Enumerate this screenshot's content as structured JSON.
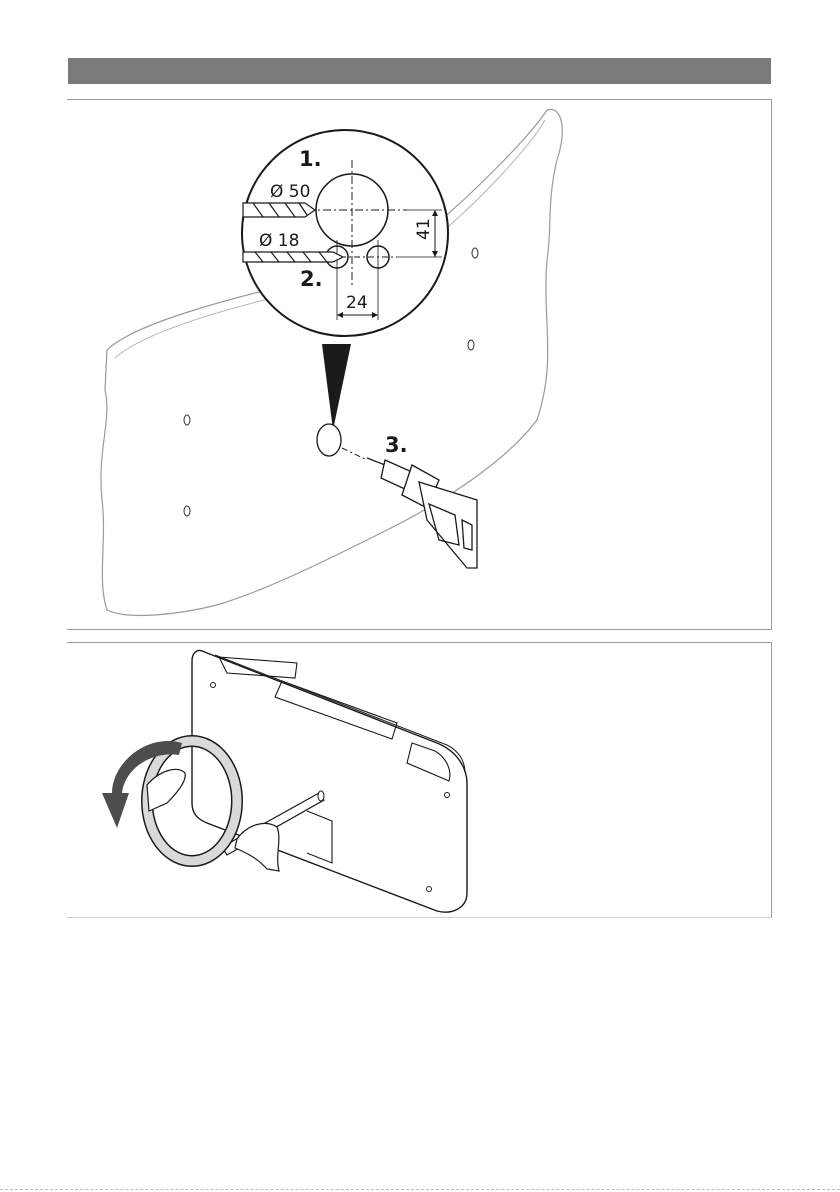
{
  "figure_top": {
    "steps": [
      "1.",
      "2.",
      "3."
    ],
    "dimensions": {
      "large_hole": "Ø 50",
      "small_hole": "Ø 18",
      "vertical": "41",
      "horizontal": "24"
    }
  },
  "figure_bottom": {
    "rotation_arrow_color": "#4d4d4d"
  },
  "colors": {
    "header_bar": "#7b7b7b",
    "line": "#1a1a1a",
    "wall_outline": "#9a9a9a"
  }
}
